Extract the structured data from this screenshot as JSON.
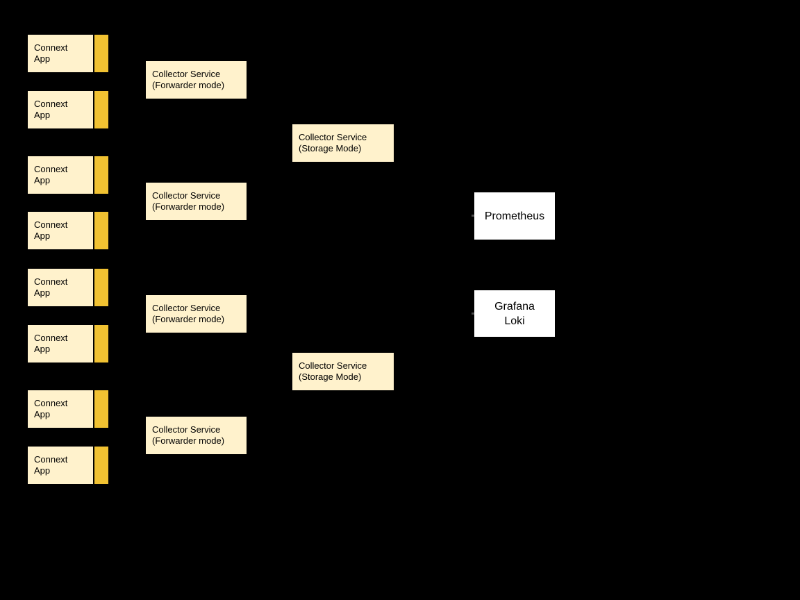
{
  "diagram": {
    "background_color": "#000000",
    "text_color": "#000000",
    "node_types": {
      "connext_app": {
        "line1": "Connext",
        "line2": "App",
        "fill_color": "#FFF2CC",
        "accent_color": "#F1C232",
        "instance_count": 8
      },
      "collector_forwarder": {
        "line1": "Collector Service",
        "line2": "(Forwarder mode)",
        "fill_color": "#FFF2CC",
        "instance_count": 4
      },
      "collector_storage": {
        "line1": "Collector Service",
        "line2": "(Storage Mode)",
        "fill_color": "#FFF2CC",
        "instance_count": 2
      },
      "prometheus": {
        "label": "Prometheus",
        "fill_color": "#FFFFFF"
      },
      "grafana_loki": {
        "line1": "Grafana",
        "line2": "Loki",
        "fill_color": "#FFFFFF"
      }
    }
  }
}
